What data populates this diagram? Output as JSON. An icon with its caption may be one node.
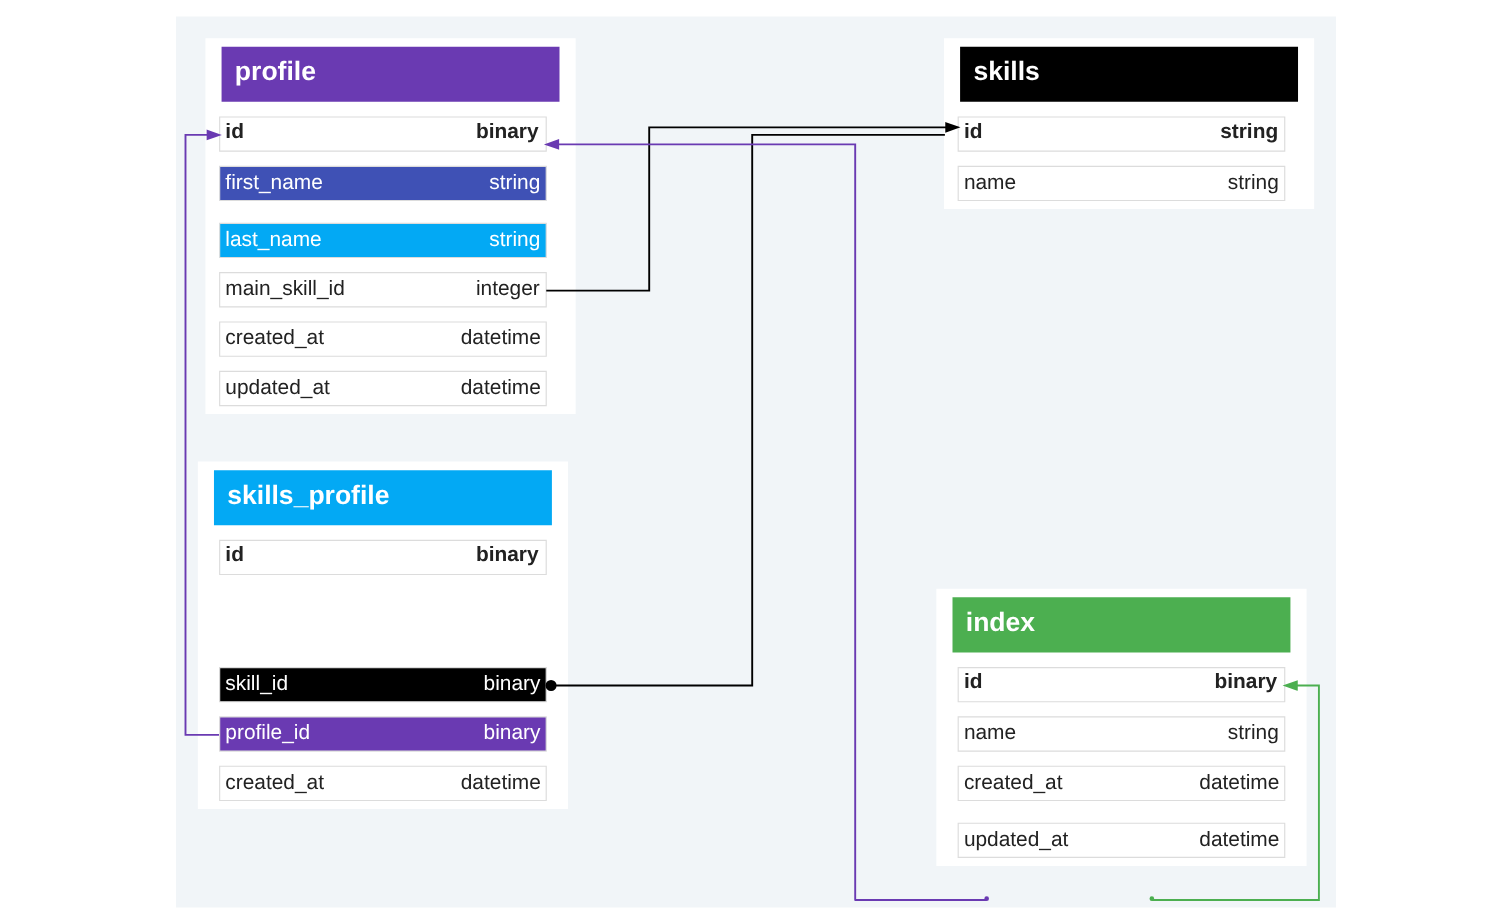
{
  "diagram": {
    "nodes": [
      {
        "text": [
          "profile"
        ]
      },
      {
        "text": [
          "id",
          "binary"
        ],
        "in": 0
      },
      {
        "text": [
          "first_name",
          "string"
        ],
        "in": 0
      },
      {
        "text": [
          "last_name",
          "string"
        ],
        "in": 0
      },
      {
        "text": [
          "main_skill_id",
          "integer"
        ],
        "in": 0
      },
      {
        "text": [
          "created_at",
          "datetime"
        ],
        "in": 0
      },
      {
        "text": [
          "updated_at",
          "datetime"
        ],
        "in": 0
      },
      {
        "text": [
          "skills"
        ]
      },
      {
        "text": [
          "id",
          "string"
        ],
        "in": 7
      },
      {
        "text": [
          "name",
          "string"
        ],
        "in": 7
      },
      {
        "text": [
          "skills_profile"
        ]
      },
      {
        "text": [
          "id",
          "binary"
        ],
        "in": 10
      },
      {
        "text": [
          "skill_id",
          "binary"
        ],
        "in": 10
      },
      {
        "text": [
          "profile_id",
          "binary"
        ],
        "in": 10
      },
      {
        "text": [
          "created_at",
          "datetime"
        ],
        "in": 10
      },
      {
        "text": [
          "index"
        ]
      },
      {
        "text": [
          "id",
          "binary"
        ],
        "in": 15
      },
      {
        "text": [
          "name",
          "string"
        ],
        "in": 15
      },
      {
        "text": [
          "created_at",
          "datetime"
        ],
        "in": 15
      },
      {
        "text": [
          "updated_at",
          "datetime"
        ],
        "in": 15
      }
    ],
    "edges": [
      {
        "from": 4,
        "to": 8,
        "arrow": "to"
      },
      {
        "from": 12,
        "to": 7,
        "arrow": "other"
      },
      {
        "from": 13,
        "to": 1,
        "arrow": "to",
        "color": "#6a3ab2"
      },
      {
        "from": null,
        "to": 1,
        "arrow": "to",
        "color": "#6a3ab2"
      },
      {
        "from": null,
        "to": 16,
        "arrow": "to",
        "color": "#4caf50"
      }
    ]
  }
}
